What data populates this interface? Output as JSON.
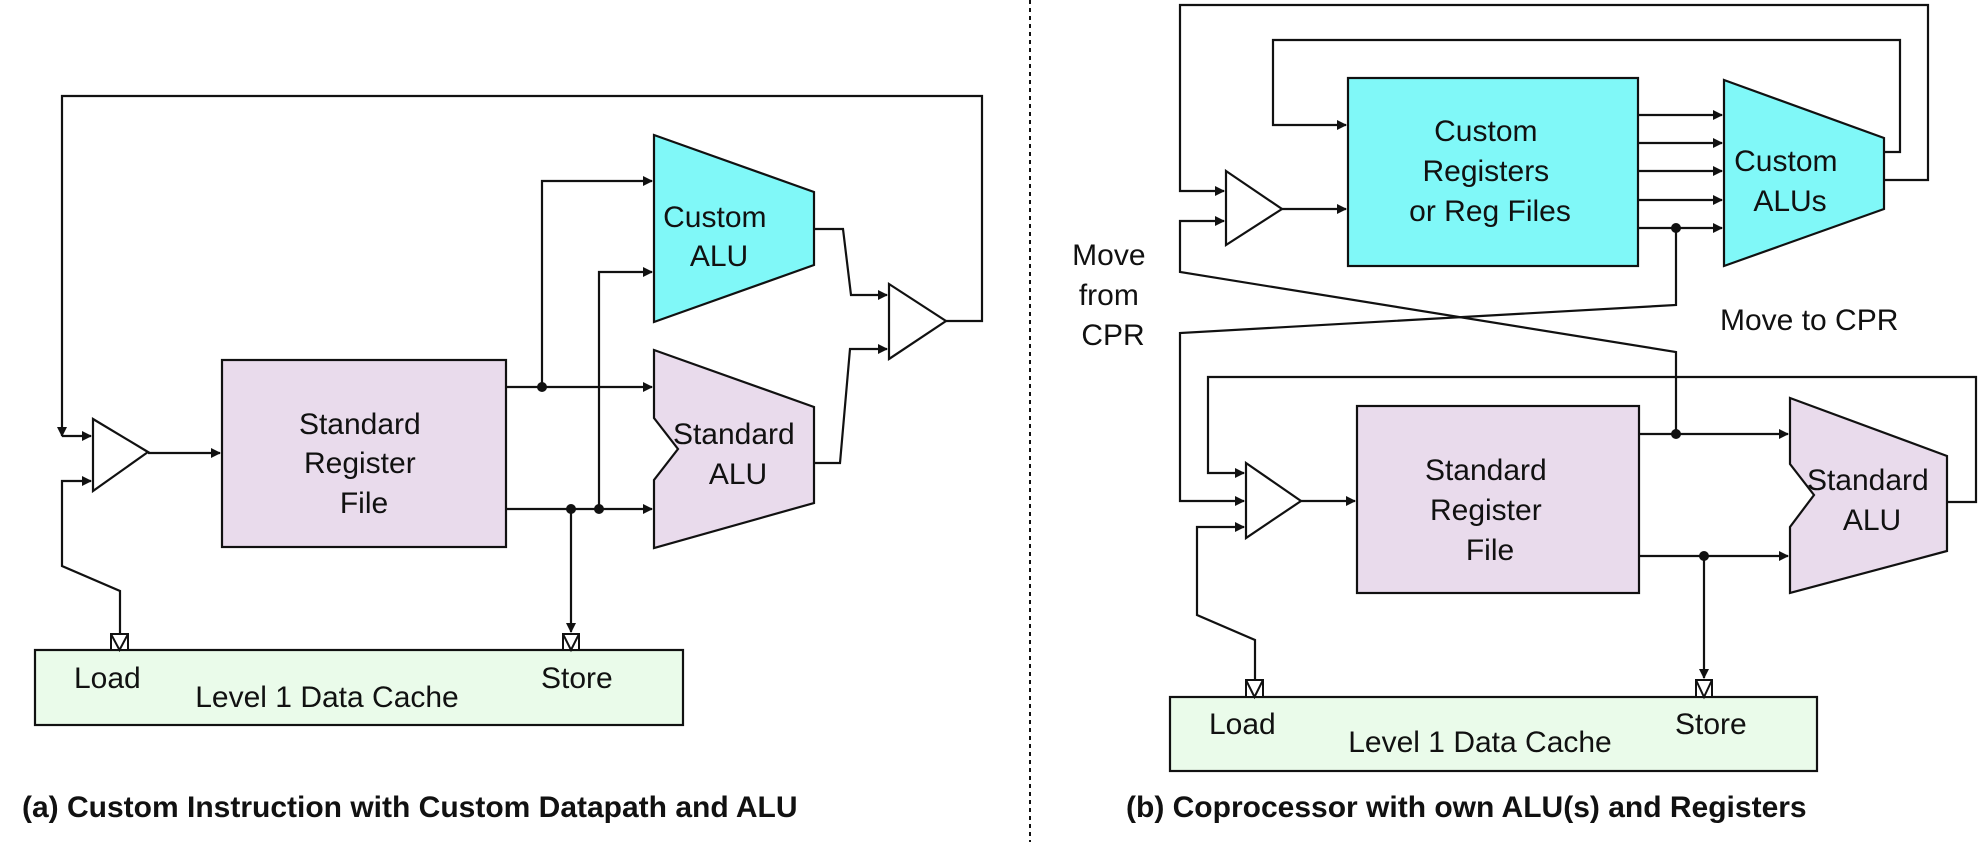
{
  "colors": {
    "custom": "#80f8f8",
    "standard": "#e9dbec",
    "cache": "#eafbea",
    "line": "#111111"
  },
  "panel_a": {
    "custom_alu": [
      "Custom",
      "ALU"
    ],
    "standard_alu": [
      "Standard",
      "ALU"
    ],
    "register_file": [
      "Standard",
      "Register",
      "File"
    ],
    "cache": "Level 1 Data Cache",
    "load": "Load",
    "store": "Store",
    "caption": "(a) Custom Instruction with Custom Datapath and ALU"
  },
  "panel_b": {
    "custom_regs": [
      "Custom",
      "Registers",
      "or Reg Files"
    ],
    "custom_alus": [
      "Custom",
      "ALUs"
    ],
    "register_file": [
      "Standard",
      "Register",
      "File"
    ],
    "standard_alu": [
      "Standard",
      "ALU"
    ],
    "move_from": [
      "Move",
      "from",
      "CPR"
    ],
    "move_to": "Move to CPR",
    "cache": "Level 1 Data Cache",
    "load": "Load",
    "store": "Store",
    "caption": "(b) Coprocessor with own ALU(s) and Registers"
  }
}
